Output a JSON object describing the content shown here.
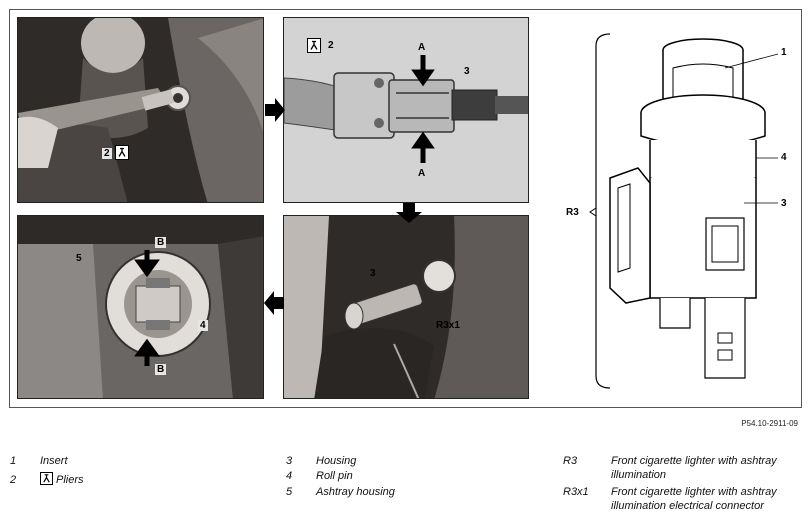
{
  "figure_ref": "P54.10-2911-09",
  "photo_labels": {
    "tl_2": "2",
    "tr_2": "2",
    "tr_3": "3",
    "tr_a_top": "A",
    "tr_a_bottom": "A",
    "bl_5": "5",
    "bl_4": "4",
    "bl_b_top": "B",
    "bl_b_bottom": "B",
    "br_3": "3",
    "br_connector": "R3x1"
  },
  "drawing_labels": {
    "r3": "R3",
    "n1": "1",
    "n4": "4",
    "n3": "3"
  },
  "legend": [
    {
      "num": "1",
      "text": "Insert"
    },
    {
      "num": "2",
      "text": "Pliers",
      "icon": "pliers-icon"
    },
    {
      "num": "3",
      "text": "Housing"
    },
    {
      "num": "4",
      "text": "Roll pin"
    },
    {
      "num": "5",
      "text": "Ashtray housing"
    },
    {
      "num": "R3",
      "text": "Front cigarette lighter with ashtray",
      "text2": "illumination"
    },
    {
      "num": "R3x1",
      "text": "Front cigarette lighter with ashtray",
      "text2": "illumination electrical connector"
    }
  ]
}
